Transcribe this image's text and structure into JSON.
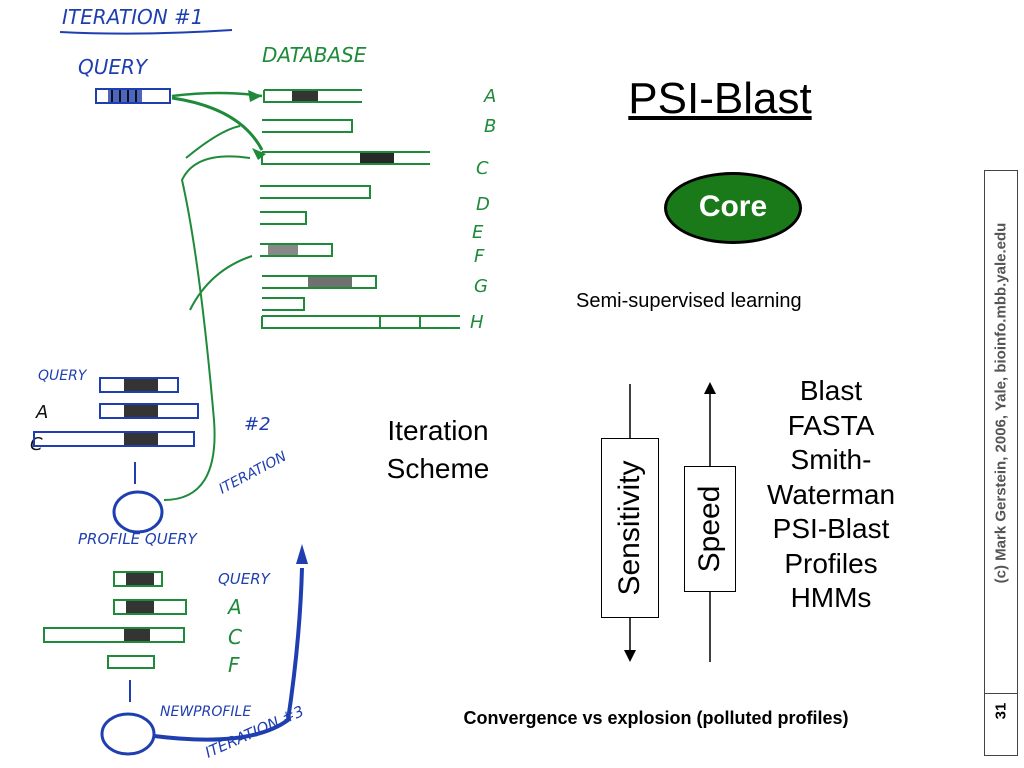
{
  "title": "PSI-Blast",
  "core_badge": "Core",
  "subtitle": "Semi-supervised learning",
  "iteration_scheme": [
    "Iteration",
    "Scheme"
  ],
  "axes": {
    "sensitivity": "Sensitivity",
    "speed": "Speed"
  },
  "methods": [
    "Blast",
    "FASTA",
    "Smith-",
    "Waterman",
    "PSI-Blast",
    "Profiles",
    "HMMs"
  ],
  "footer_note": "Convergence vs explosion (polluted profiles)",
  "credit": "(c) Mark Gerstein, 2006, Yale, bioinfo.mbb.yale.edu",
  "page_number": "31",
  "sketch": {
    "heading": "ITERATION #1",
    "query": "QUERY",
    "database": "DATABASE",
    "db_letters": [
      "A",
      "B",
      "C",
      "D",
      "E",
      "F",
      "G",
      "H"
    ],
    "query_small": "QUERY",
    "row_a": "A",
    "row_c": "C",
    "iteration_2": "#2",
    "iteration_word": "ITERATION",
    "profile_query": "PROFILE QUERY",
    "query_2": "QUERY",
    "letter_a": "A",
    "letter_c": "C",
    "letter_f": "F",
    "new_profile": "NEWPROFILE",
    "iteration_3": "ITERATION #3",
    "colors": {
      "ink_blue": "#1f3fb0",
      "ink_green": "#1e8a3a",
      "ink_dark": "#111111",
      "core_green": "#1a7a1a"
    }
  }
}
